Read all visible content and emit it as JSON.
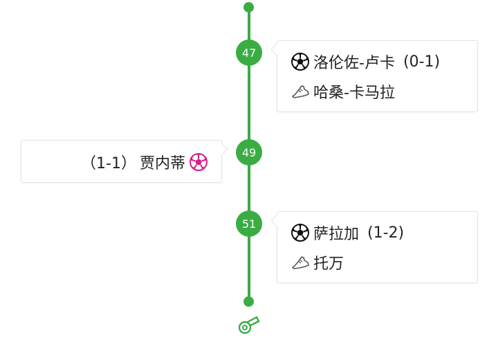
{
  "timeline": {
    "events": [
      {
        "minute": "47",
        "side": "right",
        "scorer": "洛伦佐-卢卡",
        "score": "(0-1)",
        "assist": "哈桑-卡马拉",
        "ball_color": "#111111"
      },
      {
        "minute": "49",
        "side": "left",
        "scorer": "贾内蒂",
        "score": "（1-1）",
        "ball_color": "#d81b8a"
      },
      {
        "minute": "51",
        "side": "right",
        "scorer": "萨拉加",
        "score": "(1-2)",
        "assist": "托万",
        "ball_color": "#111111"
      }
    ]
  },
  "colors": {
    "line": "#3aac44",
    "card_border": "#e2e2e2"
  },
  "icons": {
    "goal": "soccer-ball-icon",
    "assist": "boot-icon",
    "end": "whistle-icon"
  }
}
